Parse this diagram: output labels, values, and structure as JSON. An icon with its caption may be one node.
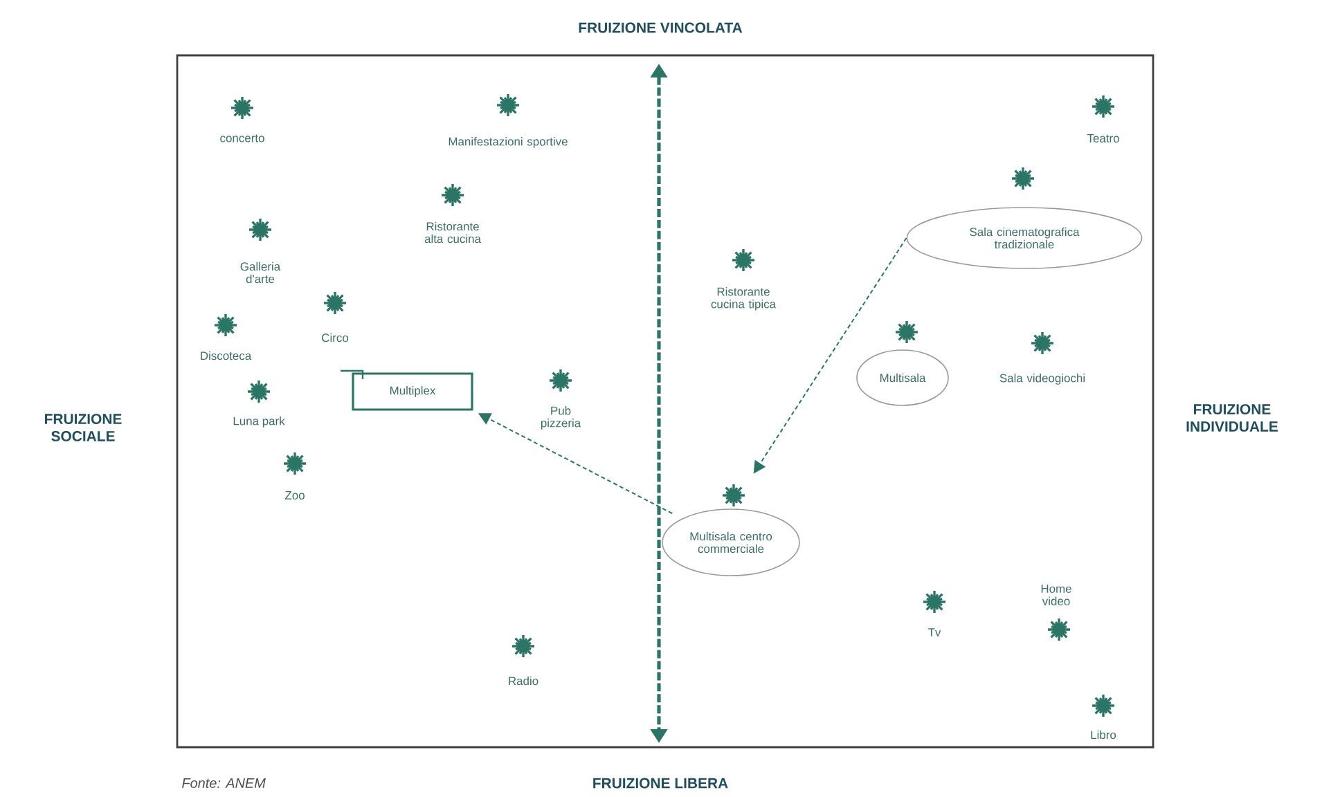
{
  "diagram": {
    "caption": "Fonte: ANEM",
    "nodes": [
      {
        "text": [
          "Sala cinematografica tradizionale"
        ]
      },
      {
        "text": [
          "Multisala"
        ]
      },
      {
        "text": [
          "Multiplex"
        ]
      },
      {
        "text": [
          "Multisala centro commerciale"
        ]
      }
    ],
    "edges": [
      {
        "from": 0,
        "to": 3,
        "arrow": "to",
        "style": "dashed"
      },
      {
        "from": 3,
        "to": 2,
        "arrow": "to",
        "style": "dashed"
      }
    ],
    "labels": [
      "FRUIZIONE VINCOLATA",
      "concerto",
      "Manifestazioni sportive",
      "Teatro",
      "Ristorante alta cucina",
      "Galleria d'arte",
      "Ristorante cucina tipica",
      "Circo",
      "Discoteca",
      "Sala videogiochi",
      "Luna park",
      "Pub pizzeria",
      "FRUIZIONE SOCIALE",
      "FRUIZIONE INDIVIDUALE",
      "Zoo",
      "Home video",
      "Tv",
      "Radio",
      "Libro",
      "FRUIZIONE LIBERA"
    ]
  }
}
